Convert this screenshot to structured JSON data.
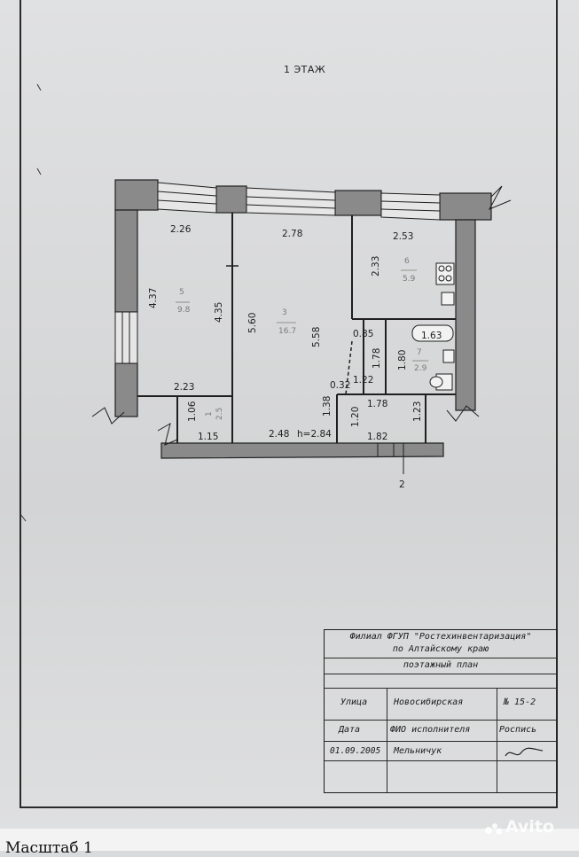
{
  "floor_title": "1 ЭТАЖ",
  "plan": {
    "dimensions": {
      "r5_top": "2.26",
      "r5_left": "4.37",
      "r5_right": "4.35",
      "r5_bottom": "2.23",
      "r3_top": "2.78",
      "r3_left": "5.60",
      "r3_right": "5.58",
      "r6_top": "2.53",
      "r6_left": "2.33",
      "r7_top": "1.63",
      "r7_left": "1.80",
      "hall_a": "0.85",
      "hall_b": "1.78",
      "hall_c": "1.22",
      "hall_d": "0.32",
      "hall_e": "1.38",
      "hall_f": "1.20",
      "hall_g": "1.78",
      "hall_h": "1.23",
      "hall_i": "1.82",
      "stor_a": "1.06",
      "stor_b": "1.15",
      "bottom_len": "2.48",
      "height": "h=2.84",
      "axis": "2"
    },
    "rooms": [
      {
        "no": "5",
        "area": "9.8"
      },
      {
        "no": "3",
        "area": "16.7"
      },
      {
        "no": "6",
        "area": "5.9"
      },
      {
        "no": "7",
        "area": "2.9"
      },
      {
        "no": "1",
        "area": "2.5"
      }
    ]
  },
  "stamp": {
    "org_line1": "Филиал ФГУП \"Ростехинвентаризация\"",
    "org_line2": "по Алтайскому краю",
    "doc_type": "поэтажный план",
    "street_label": "Улица",
    "street_value": "Новосибирская",
    "number": "№ 15-2",
    "date_label": "Дата",
    "executor_label": "ФИО исполнителя",
    "signature_label": "Роспись",
    "date_value": "01.09.2005",
    "executor_value": "Мельничук"
  },
  "footer": {
    "scale_text": "Масштаб 1",
    "watermark": "Avito"
  }
}
